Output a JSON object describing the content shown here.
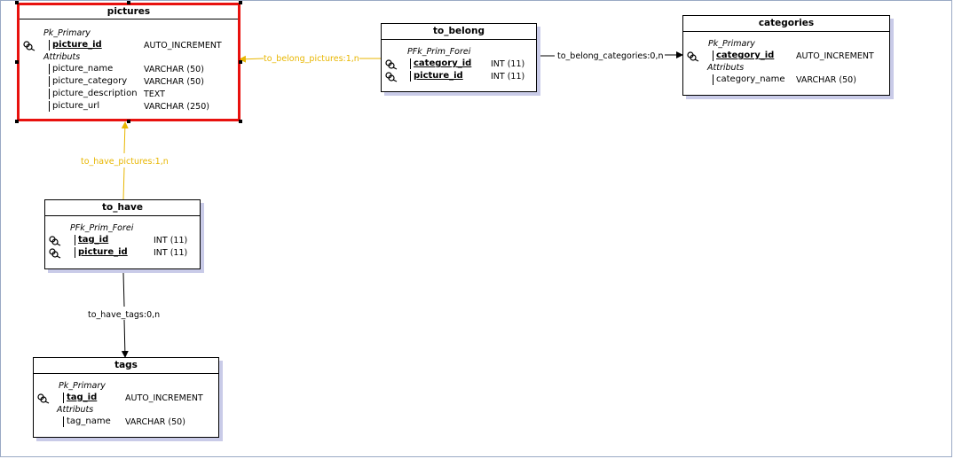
{
  "colors": {
    "selection": "#e8110e",
    "highlight_link": "#e8b600",
    "link": "#000000",
    "shadow": "#c9cbe8"
  },
  "entities": {
    "pictures": {
      "title": "pictures",
      "group1": "Pk_Primary",
      "group2": "Attributs",
      "rows": [
        {
          "name": "picture_id",
          "type": "AUTO_INCREMENT"
        },
        {
          "name": "picture_name",
          "type": "VARCHAR (50)"
        },
        {
          "name": "picture_category",
          "type": "VARCHAR (50)"
        },
        {
          "name": "picture_description",
          "type": "TEXT"
        },
        {
          "name": "picture_url",
          "type": "VARCHAR (250)"
        }
      ]
    },
    "to_belong": {
      "title": "to_belong",
      "group1": "PFk_Prim_Forei",
      "rows": [
        {
          "name": "category_id",
          "type": "INT (11)"
        },
        {
          "name": "picture_id",
          "type": "INT (11)"
        }
      ]
    },
    "categories": {
      "title": "categories",
      "group1": "Pk_Primary",
      "group2": "Attributs",
      "rows": [
        {
          "name": "category_id",
          "type": "AUTO_INCREMENT"
        },
        {
          "name": "category_name",
          "type": "VARCHAR (50)"
        }
      ]
    },
    "to_have": {
      "title": "to_have",
      "group1": "PFk_Prim_Forei",
      "rows": [
        {
          "name": "tag_id",
          "type": "INT (11)"
        },
        {
          "name": "picture_id",
          "type": "INT (11)"
        }
      ]
    },
    "tags": {
      "title": "tags",
      "group1": "Pk_Primary",
      "group2": "Attributs",
      "rows": [
        {
          "name": "tag_id",
          "type": "AUTO_INCREMENT"
        },
        {
          "name": "tag_name",
          "type": "VARCHAR (50)"
        }
      ]
    }
  },
  "relations": {
    "to_belong_pictures": "to_belong_pictures:1,n",
    "to_belong_categories": "to_belong_categories:0,n",
    "to_have_pictures": "to_have_pictures:1,n",
    "to_have_tags": "to_have_tags:0,n"
  }
}
